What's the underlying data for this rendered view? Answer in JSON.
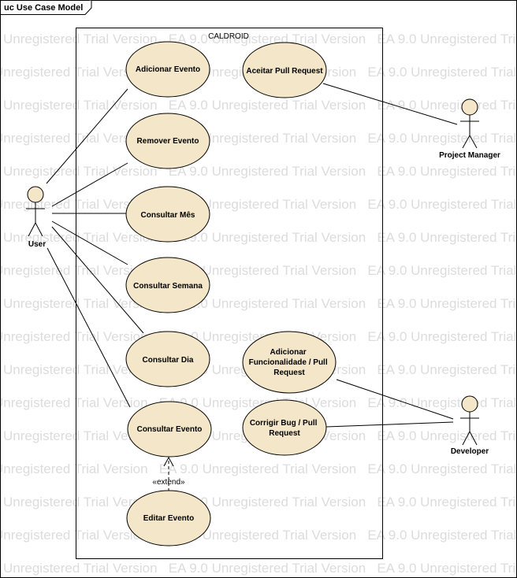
{
  "frame": {
    "title": "uc Use Case Model"
  },
  "boundary": {
    "title": "CALDROID"
  },
  "watermark": {
    "text": "Unregistered Trial Version   EA 9.0 Unregistered Trial Version   EA 9.0 Unregistered Trial Version"
  },
  "colors": {
    "usecase_fill": "#F4E6C8",
    "line": "#000000",
    "watermark": "#DCDCDC"
  },
  "actors": {
    "user": {
      "label": "User"
    },
    "project_manager": {
      "label": "Project Manager"
    },
    "developer": {
      "label": "Developer"
    }
  },
  "use_cases": {
    "adicionar_evento": {
      "lines": [
        "Adicionar Evento"
      ]
    },
    "remover_evento": {
      "lines": [
        "Remover Evento"
      ]
    },
    "consultar_mes": {
      "lines": [
        "Consultar Mês"
      ]
    },
    "consultar_semana": {
      "lines": [
        "Consultar Semana"
      ]
    },
    "consultar_dia": {
      "lines": [
        "Consultar Dia"
      ]
    },
    "consultar_evento": {
      "lines": [
        "Consultar Evento"
      ]
    },
    "editar_evento": {
      "lines": [
        "Editar Evento"
      ]
    },
    "aceitar_pull_request": {
      "lines": [
        "Aceitar Pull Request"
      ]
    },
    "adicionar_funcionalidade": {
      "lines": [
        "Adicionar",
        "Funcionalidade / Pull",
        "Request"
      ]
    },
    "corrigir_bug": {
      "lines": [
        "Corrigir Bug / Pull",
        "Request"
      ]
    }
  },
  "relations": {
    "extend_label": "«extend»"
  }
}
